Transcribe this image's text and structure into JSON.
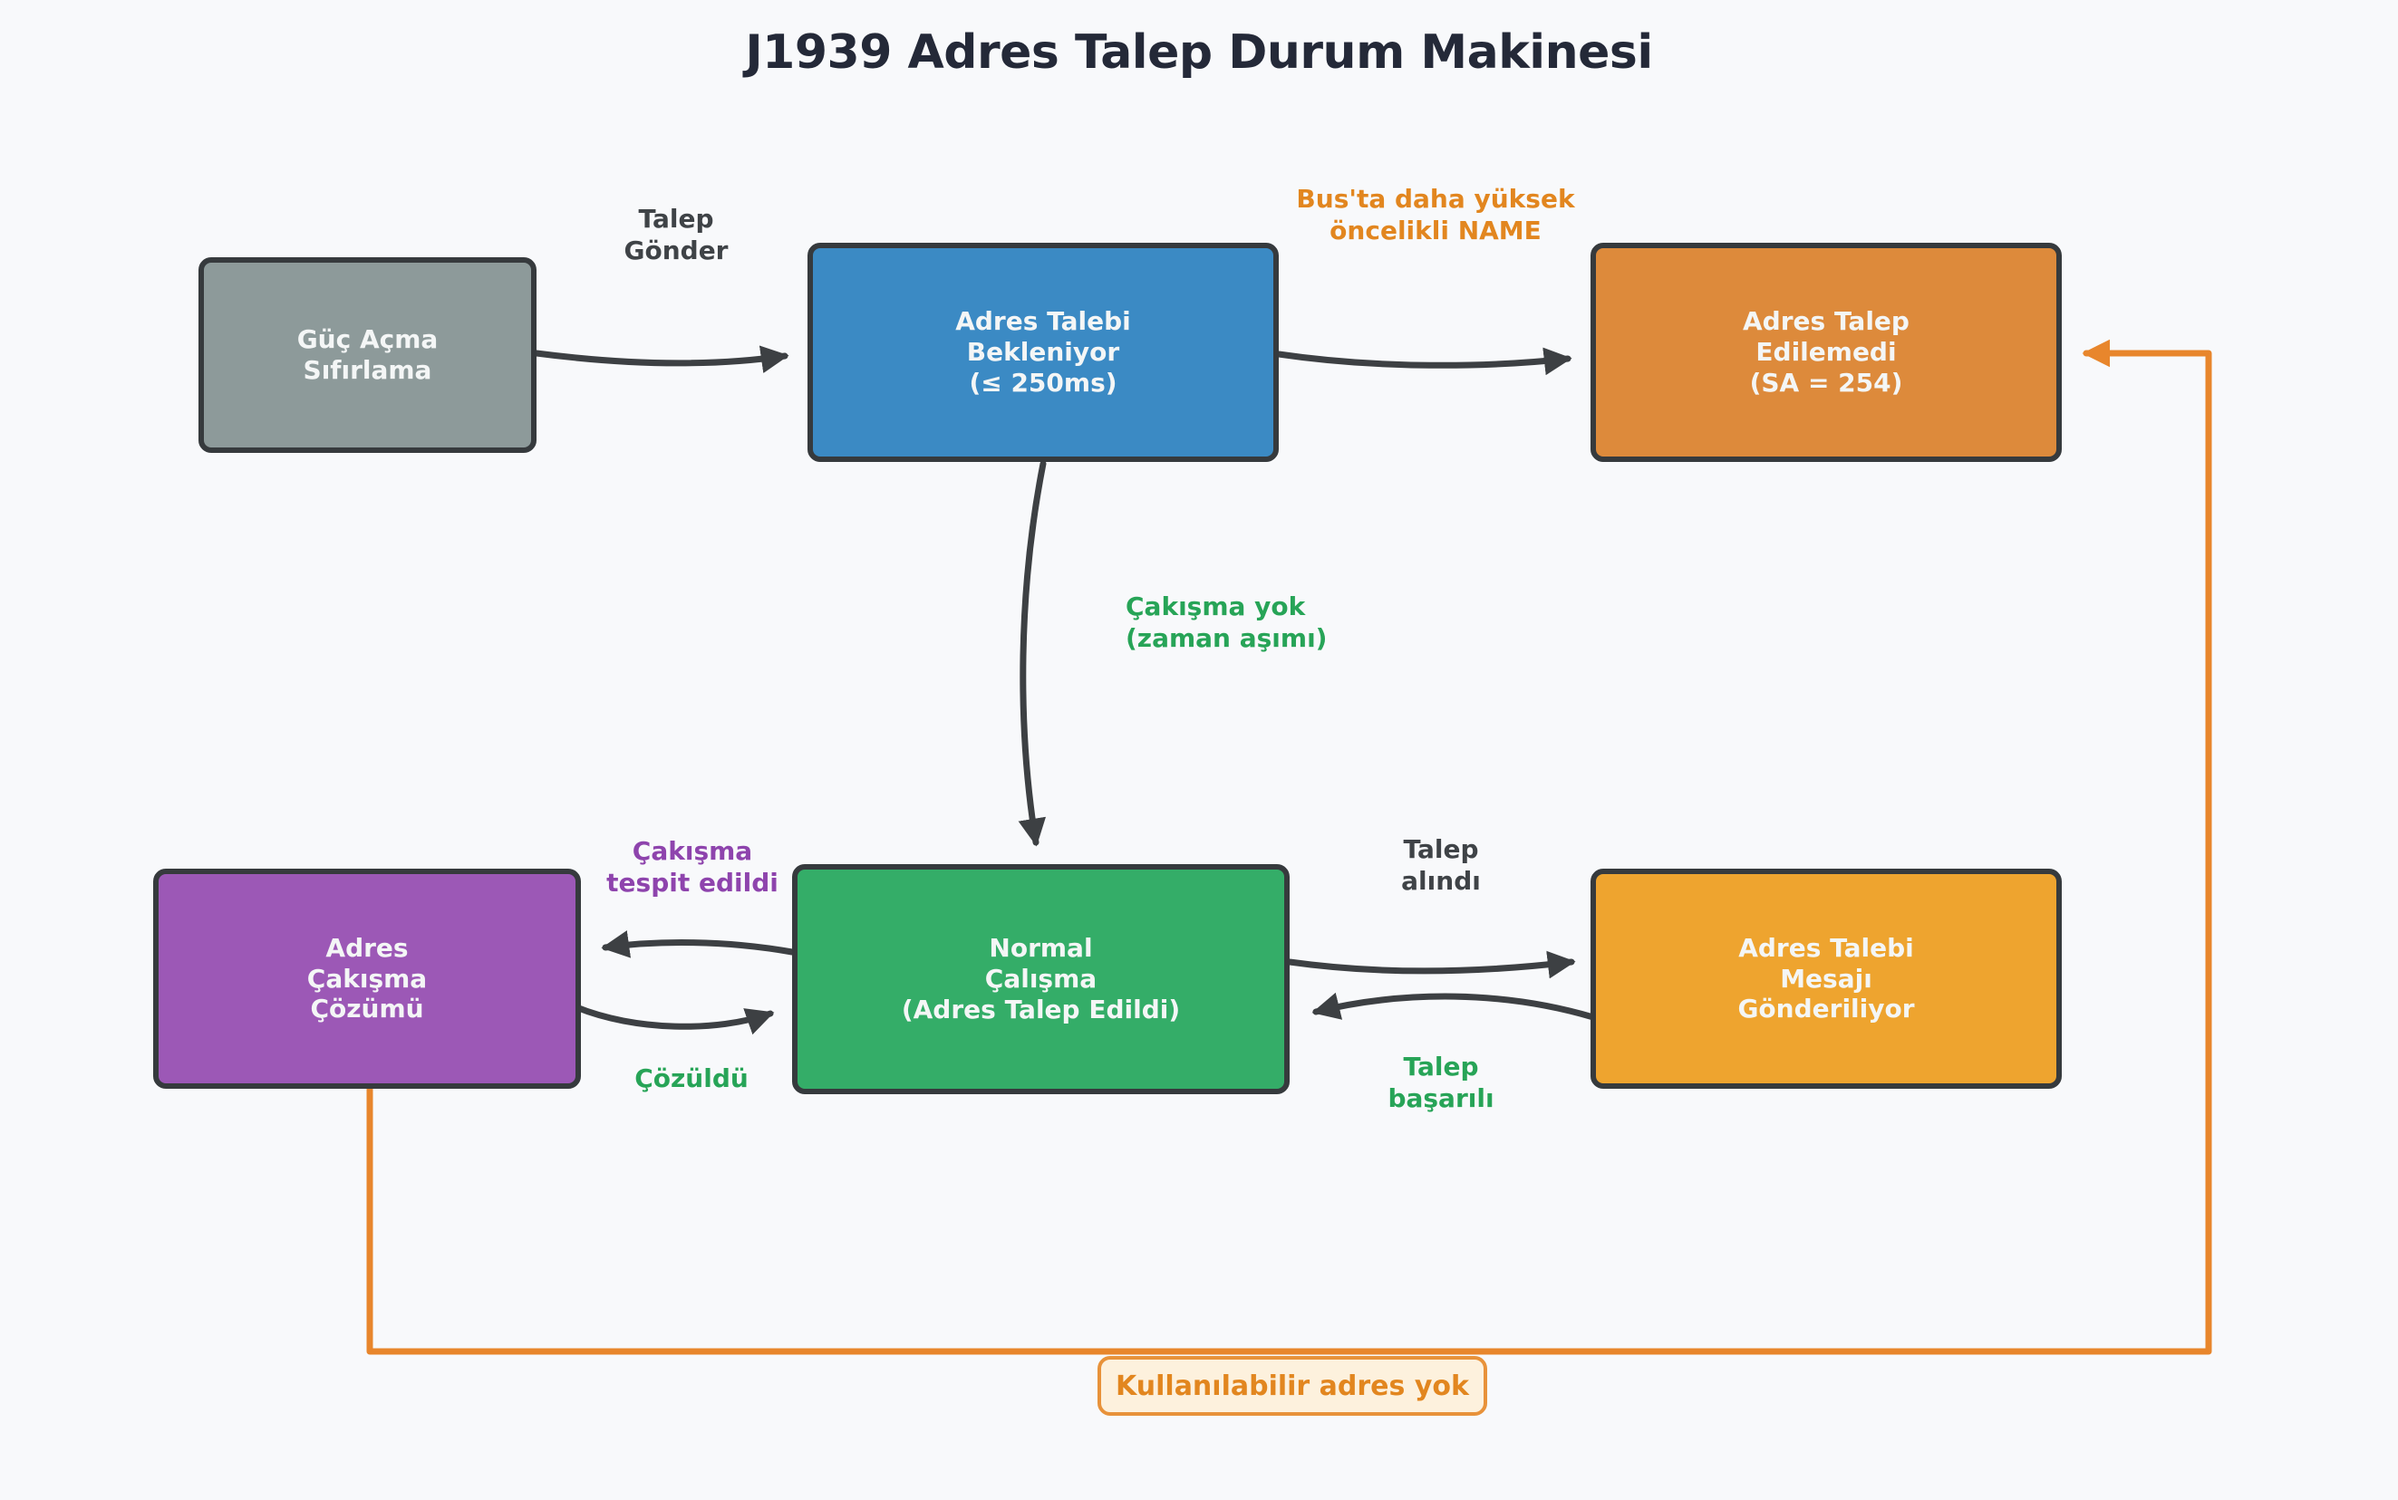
{
  "title": "J1939 Adres Talep Durum Makinesi",
  "nodes": {
    "power_on_reset": {
      "label": "Güç Açma\nSıfırlama",
      "fill": "#8d9a9a"
    },
    "wait_claim": {
      "label": "Adres Talebi\nBekleniyor\n(≤ 250ms)",
      "fill": "#3b8ac4"
    },
    "cannot_claim": {
      "label": "Adres Talep\nEdilemedi\n(SA = 254)",
      "fill": "#dd8a3b"
    },
    "conflict_resolution": {
      "label": "Adres\nÇakışma\nÇözümü",
      "fill": "#9c58b6"
    },
    "normal_operation": {
      "label": "Normal\nÇalışma\n(Adres Talep Edildi)",
      "fill": "#34ad68"
    },
    "sending_claim": {
      "label": "Adres Talebi\nMesajı\nGönderiliyor",
      "fill": "#eea42f"
    }
  },
  "edge_labels": {
    "send_request": {
      "text": "Talep\nGönder",
      "color": "#3f4347"
    },
    "higher_priority": {
      "text": "Bus'ta daha yüksek\nöncelikli NAME",
      "color": "#e2861f"
    },
    "no_conflict": {
      "text": "Çakışma yok\n(zaman aşımı)",
      "color": "#27a457"
    },
    "conflict_detected": {
      "text": "Çakışma\ntespit edildi",
      "color": "#8e44ad"
    },
    "resolved": {
      "text": "Çözüldü",
      "color": "#27a457"
    },
    "request_received": {
      "text": "Talep\nalındı",
      "color": "#3f4347"
    },
    "claim_successful": {
      "text": "Talep\nbaşarılı",
      "color": "#27a457"
    }
  },
  "note": {
    "text": "Kullanılabilir adres yok",
    "border": "#e8923a",
    "background": "#fdf1dd",
    "color": "#e2861f"
  },
  "colors": {
    "background": "#f8f9fb",
    "title_text": "#242938",
    "node_border": "#363a3d",
    "node_text": "#f4f6f6",
    "edge_stroke": "#3d4043",
    "loop_stroke": "#e8862c"
  }
}
